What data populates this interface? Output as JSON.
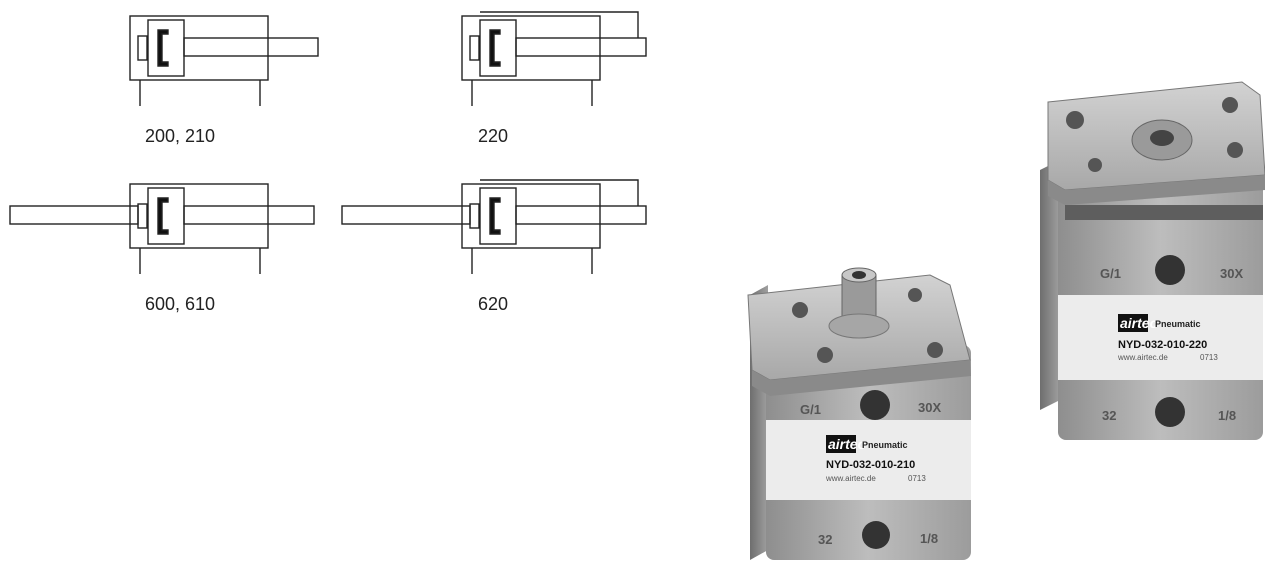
{
  "variants": [
    {
      "id": "v200",
      "caption": "200, 210"
    },
    {
      "id": "v220",
      "caption": "220"
    },
    {
      "id": "v600",
      "caption": "600, 610"
    },
    {
      "id": "v620",
      "caption": "620"
    }
  ],
  "cylinder_front": {
    "brand": "airtec",
    "brand_suffix": "Pneumatic",
    "model": "NYD-032-010-210",
    "website": "www.airtec.de",
    "code": "0713",
    "port_top_left": "G/1",
    "port_top_right": "30X",
    "port_bottom_left": "32",
    "port_bottom_right": "1/8"
  },
  "cylinder_back": {
    "brand": "airtec",
    "brand_suffix": "Pneumatic",
    "model": "NYD-032-010-220",
    "website": "www.airtec.de",
    "code": "0713",
    "port_top_left": "G/1",
    "port_top_right": "30X",
    "port_bottom_left": "32",
    "port_bottom_right": "1/8"
  }
}
